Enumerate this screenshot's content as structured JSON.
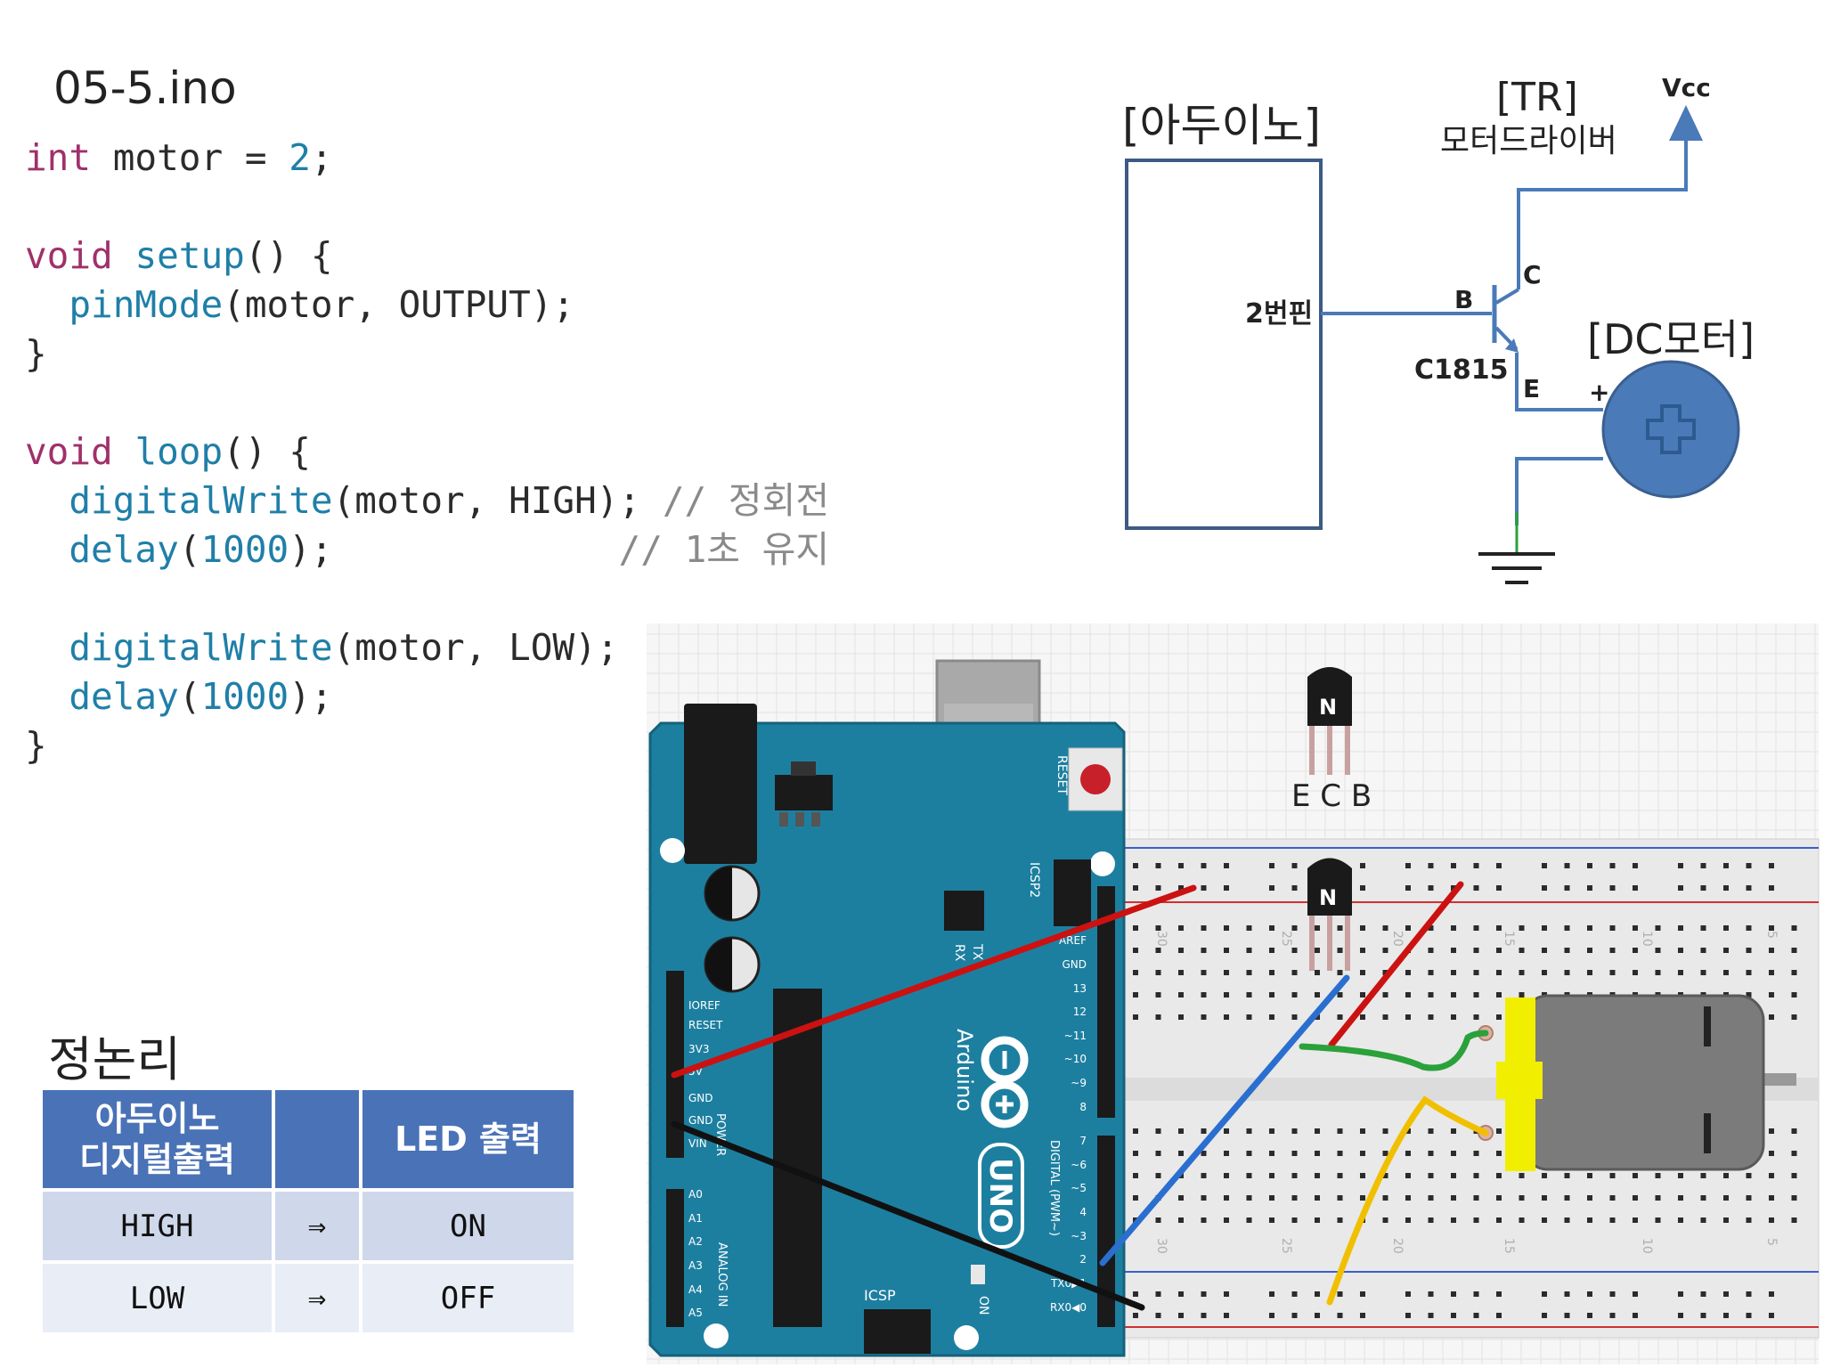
{
  "file": {
    "name": "05-5.ino"
  },
  "code": {
    "l1": {
      "type": "int",
      "rest_a": " motor = ",
      "value": "2",
      "rest_b": ";"
    },
    "l3": {
      "type": "void",
      "func": "setup",
      "rest": "() {"
    },
    "l4": {
      "indent": "  ",
      "func": "pinMode",
      "rest": "(motor, OUTPUT);"
    },
    "l5": "}",
    "l7": {
      "type": "void",
      "func": "loop",
      "rest": "() {"
    },
    "l8": {
      "indent": "  ",
      "func": "digitalWrite",
      "rest": "(motor, HIGH); ",
      "comment": "// 정회전"
    },
    "l9": {
      "indent": "  ",
      "func": "delay",
      "open": "(",
      "value": "1000",
      "close": ");",
      "pad": "             ",
      "comment": "// 1초 유지"
    },
    "l11": {
      "indent": "  ",
      "func": "digitalWrite",
      "rest": "(motor, LOW);"
    },
    "l12": {
      "indent": "  ",
      "func": "delay",
      "open": "(",
      "value": "1000",
      "close": ");"
    },
    "l13": "}"
  },
  "logic": {
    "title": "정논리",
    "headers": [
      "아두이노\n디지털출력",
      "",
      "LED 출력"
    ],
    "rows": [
      [
        "HIGH",
        "⇒",
        "ON"
      ],
      [
        "LOW",
        "⇒",
        "OFF"
      ]
    ]
  },
  "schematic": {
    "arduino_label": "[아두이노]",
    "pin_label": "2번핀",
    "tr_label": "[TR]",
    "tr_sub": "모터드라이버",
    "vcc": "Vcc",
    "base": "B",
    "collector": "C",
    "emitter": "E",
    "part": "C1815",
    "motor_label": "[DC모터]",
    "plus": "+"
  },
  "breadboard": {
    "transistor_pins": "E C B",
    "board_brand": "Arduino",
    "board_model": "UNO",
    "transistor_mark": "N",
    "reset": "RESET",
    "icsp": "ICSP",
    "icsp2": "ICSP2",
    "tx": "TX",
    "rx": "RX",
    "on": "ON",
    "digital": "DIGITAL (PWM~)",
    "analog": "ANALOG IN",
    "power": "POWER",
    "power_pins": [
      "IOREF",
      "RESET",
      "3V3",
      "5V",
      "GND",
      "GND",
      "VIN"
    ],
    "analog_pins": [
      "A0",
      "A1",
      "A2",
      "A3",
      "A4",
      "A5"
    ],
    "digital_top": [
      "AREF",
      "GND",
      "13",
      "12",
      "~11",
      "~10",
      "~9",
      "8"
    ],
    "digital_bottom": [
      "7",
      "~6",
      "~5",
      "4",
      "~3",
      "2",
      "TX0▶1",
      "RX0◀0"
    ],
    "col_numbers": [
      "30",
      "25",
      "20",
      "15",
      "10",
      "5"
    ],
    "colors": {
      "board": "#1d7fa0",
      "red_wire": "#cc1111",
      "black_wire": "#111111",
      "blue_wire": "#2a6fd0",
      "green_wire": "#2aa13a",
      "yellow_wire": "#f0c000",
      "motor_yellow": "#f2ee00",
      "schematic_blue": "#4a7ab8"
    }
  }
}
